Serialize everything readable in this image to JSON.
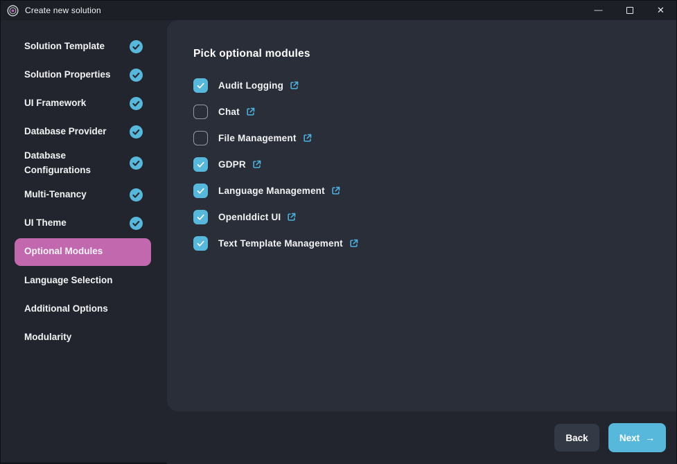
{
  "titlebar": {
    "title": "Create new solution",
    "controls": {
      "minimize": "—",
      "close": "✕"
    }
  },
  "sidebar": {
    "items": [
      {
        "label": "Solution Template",
        "completed": true,
        "active": false
      },
      {
        "label": "Solution Properties",
        "completed": true,
        "active": false
      },
      {
        "label": "UI Framework",
        "completed": true,
        "active": false
      },
      {
        "label": "Database Provider",
        "completed": true,
        "active": false
      },
      {
        "label": "Database Configurations",
        "completed": true,
        "active": false
      },
      {
        "label": "Multi-Tenancy",
        "completed": true,
        "active": false
      },
      {
        "label": "UI Theme",
        "completed": true,
        "active": false
      },
      {
        "label": "Optional Modules",
        "completed": false,
        "active": true
      },
      {
        "label": "Language Selection",
        "completed": false,
        "active": false
      },
      {
        "label": "Additional Options",
        "completed": false,
        "active": false
      },
      {
        "label": "Modularity",
        "completed": false,
        "active": false
      }
    ]
  },
  "main": {
    "heading": "Pick optional modules",
    "modules": [
      {
        "label": "Audit Logging",
        "checked": true
      },
      {
        "label": "Chat",
        "checked": false
      },
      {
        "label": "File Management",
        "checked": false
      },
      {
        "label": "GDPR",
        "checked": true
      },
      {
        "label": "Language Management",
        "checked": true
      },
      {
        "label": "OpenIddict UI",
        "checked": true
      },
      {
        "label": "Text Template Management",
        "checked": true
      }
    ]
  },
  "footer": {
    "back_label": "Back",
    "next_label": "Next",
    "next_arrow": "→"
  },
  "colors": {
    "accent_blue": "#57b8dc",
    "accent_pink": "#c268ae",
    "titlebar_bg": "#1c1f26",
    "sidebar_bg": "#22252e",
    "panel_bg": "#2a2e38"
  }
}
